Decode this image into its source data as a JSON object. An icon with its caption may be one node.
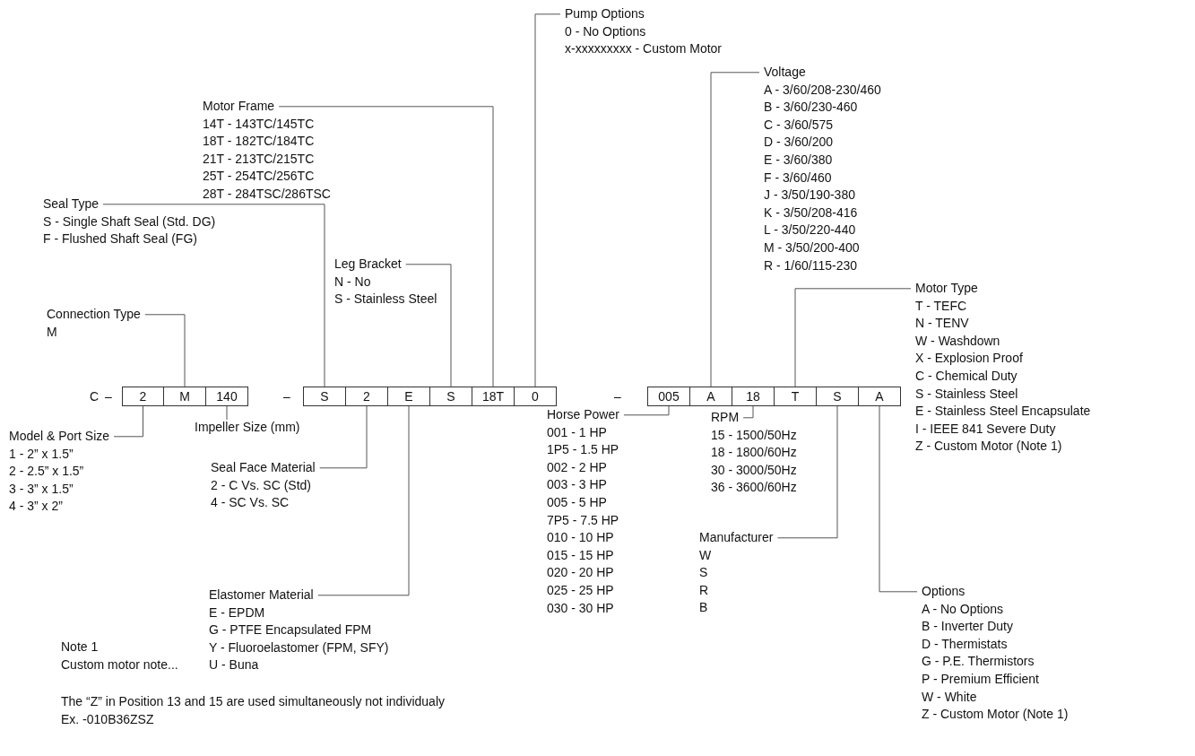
{
  "diagram": {
    "nodes": [
      {
        "text": [
          "2"
        ]
      },
      {
        "text": [
          "M"
        ]
      },
      {
        "text": [
          "140"
        ]
      },
      {
        "text": [
          "S"
        ]
      },
      {
        "text": [
          "2"
        ]
      },
      {
        "text": [
          "E"
        ]
      },
      {
        "text": [
          "S"
        ]
      },
      {
        "text": [
          "18T"
        ]
      },
      {
        "text": [
          "0"
        ]
      },
      {
        "text": [
          "005"
        ]
      },
      {
        "text": [
          "A"
        ]
      },
      {
        "text": [
          "18"
        ]
      },
      {
        "text": [
          "T"
        ]
      },
      {
        "text": [
          "S"
        ]
      },
      {
        "text": [
          "A"
        ]
      },
      {
        "text": [
          "Connection Type",
          "M"
        ]
      },
      {
        "text": [
          "Model & Port Size",
          "1 - 2” x 1.5”",
          "2 - 2.5” x 1.5”",
          "3 - 3” x 1.5”",
          "4 - 3” x 2”"
        ]
      },
      {
        "text": [
          "Impeller Size (mm)"
        ]
      },
      {
        "text": [
          "Seal Type",
          "S - Single Shaft Seal (Std. DG)",
          "F - Flushed Shaft Seal (FG)"
        ]
      },
      {
        "text": [
          "Seal Face Material",
          "2 - C Vs. SC (Std)",
          "4 - SC Vs. SC"
        ]
      },
      {
        "text": [
          "Elastomer Material",
          "E - EPDM",
          "G - PTFE Encapsulated FPM",
          "Y - Fluoroelastomer (FPM, SFY)",
          "U - Buna"
        ]
      },
      {
        "text": [
          "Leg Bracket",
          "N - No",
          "S - Stainless Steel"
        ]
      },
      {
        "text": [
          "Motor Frame",
          "14T - 143TC/145TC",
          "18T - 182TC/184TC",
          "21T - 213TC/215TC",
          "25T - 254TC/256TC",
          "28T - 284TSC/286TSC"
        ]
      },
      {
        "text": [
          "Pump Options",
          "0 - No Options",
          "x-xxxxxxxxx - Custom Motor"
        ]
      },
      {
        "text": [
          "Horse Power",
          "001 - 1 HP",
          "1P5 - 1.5 HP",
          "002 - 2 HP",
          "003 - 3 HP",
          "005 - 5 HP",
          "7P5 - 7.5 HP",
          "010 - 10 HP",
          "015 - 15 HP",
          "020 - 20 HP",
          "025 - 25 HP",
          "030 - 30 HP"
        ]
      },
      {
        "text": [
          "RPM",
          "15 - 1500/50Hz",
          "18 - 1800/60Hz",
          "30 - 3000/50Hz",
          "36 - 3600/60Hz"
        ]
      },
      {
        "text": [
          "Voltage",
          "A - 3/60/208-230/460",
          "B - 3/60/230-460",
          "C - 3/60/575",
          "D - 3/60/200",
          "E - 3/60/380",
          "F - 3/60/460",
          "J - 3/50/190-380",
          "K - 3/50/208-416",
          "L - 3/50/220-440",
          "M - 3/50/200-400",
          "R - 1/60/115-230"
        ]
      },
      {
        "text": [
          "Motor Type",
          "T - TEFC",
          "N - TENV",
          "W - Washdown",
          "X - Explosion Proof",
          "C - Chemical Duty",
          "S - Stainless Steel",
          "E - Stainless Steel Encapsulate",
          "I - IEEE 841 Severe Duty",
          "Z - Custom Motor (Note 1)"
        ]
      },
      {
        "text": [
          "Manufacturer",
          "W",
          "S",
          "R",
          "B"
        ]
      },
      {
        "text": [
          "Options",
          "A - No Options",
          "B - Inverter Duty",
          "D - Thermistats",
          "G - P.E. Thermistors",
          "P - Premium Efficient",
          "W - White",
          "Z - Custom Motor (Note 1)"
        ]
      }
    ],
    "edges": [
      {
        "from": 15,
        "to": 1,
        "arrow": "none"
      },
      {
        "from": 16,
        "to": 0,
        "arrow": "none"
      },
      {
        "from": 17,
        "to": 2,
        "arrow": "none"
      },
      {
        "from": 18,
        "to": 3,
        "arrow": "none"
      },
      {
        "from": 19,
        "to": 4,
        "arrow": "none"
      },
      {
        "from": 20,
        "to": 5,
        "arrow": "none"
      },
      {
        "from": 21,
        "to": 6,
        "arrow": "none"
      },
      {
        "from": 22,
        "to": 7,
        "arrow": "none"
      },
      {
        "from": 23,
        "to": 8,
        "arrow": "none"
      },
      {
        "from": 24,
        "to": 9,
        "arrow": "none"
      },
      {
        "from": 25,
        "to": 11,
        "arrow": "none"
      },
      {
        "from": 26,
        "to": 10,
        "arrow": "none"
      },
      {
        "from": 27,
        "to": 12,
        "arrow": "none"
      },
      {
        "from": 28,
        "to": 13,
        "arrow": "none"
      },
      {
        "from": 29,
        "to": 14,
        "arrow": "none"
      }
    ],
    "labels": [
      "C",
      "–",
      "–",
      "–",
      "Note 1",
      "Custom motor note...",
      "The “Z” in Position 13 and 15 are used simultaneously not individualy",
      "Ex. -010B36ZSZ"
    ]
  }
}
